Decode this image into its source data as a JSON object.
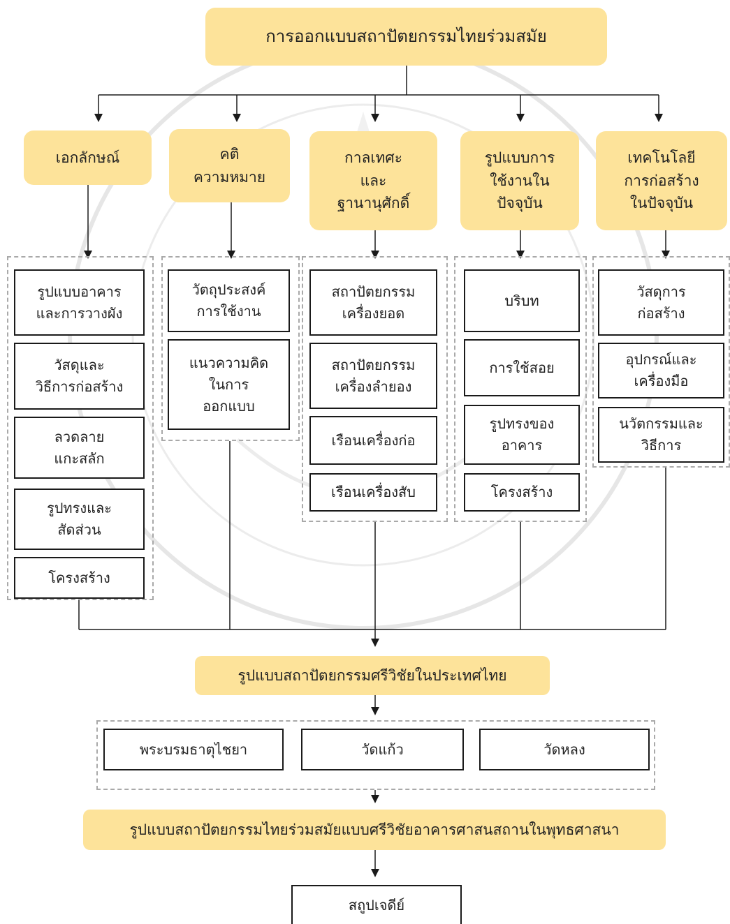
{
  "title": "การออกแบบสถาปัตยกรรมไทยร่วมสมัย",
  "categories": [
    {
      "label": "เอกลักษณ์",
      "items": [
        "รูปแบบอาคาร\nและการวางผัง",
        "วัสดุและ\nวิธีการก่อสร้าง",
        "ลวดลาย\nแกะสลัก",
        "รูปทรงและ\nสัดส่วน",
        "โครงสร้าง"
      ]
    },
    {
      "label": "คติ\nความหมาย",
      "items": [
        "วัตถุประสงค์\nการใช้งาน",
        "แนวความคิด\nในการ\nออกแบบ"
      ]
    },
    {
      "label": "กาลเทศะ\nและ\nฐานานุศักดิ์",
      "items": [
        "สถาปัตยกรรม\nเครื่องยอด",
        "สถาปัตยกรรม\nเครื่องลำยอง",
        "เรือนเครื่องก่อ",
        "เรือนเครื่องสับ"
      ]
    },
    {
      "label": "รูปแบบการ\nใช้งานใน\nปัจจุบัน",
      "items": [
        "บริบท",
        "การใช้สอย",
        "รูปทรงของ\nอาคาร",
        "โครงสร้าง"
      ]
    },
    {
      "label": "เทคโนโลยี\nการก่อสร้าง\nในปัจจุบัน",
      "items": [
        "วัสดุการ\nก่อสร้าง",
        "อุปกรณ์และ\nเครื่องมือ",
        "นวัตกรรมและ\nวิธีการ"
      ]
    }
  ],
  "srivijaya_style": "รูปแบบสถาปัตยกรรมศรีวิชัยในประเทศไทย",
  "sites": [
    "พระบรมธาตุไชยา",
    "วัดแก้ว",
    "วัดหลง"
  ],
  "contemporary_style": "รูปแบบสถาปัตยกรรมไทยร่วมสมัยแบบศรีวิชัยอาคารศาสนสถานในพุทธศาสนา",
  "result": "สถูปเจดีย์",
  "colors": {
    "highlight": "#fde39a",
    "line": "#1a1a1a",
    "dashed": "#a9a9a9",
    "watermark": "#c8c8c8"
  }
}
